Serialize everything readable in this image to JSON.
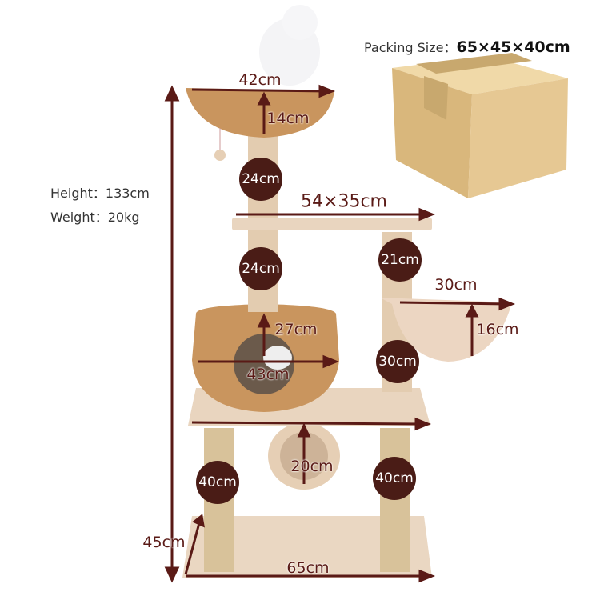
{
  "packing": {
    "label": "Packing Size：",
    "value": "65×45×40cm"
  },
  "specs": {
    "height": "Height：133cm",
    "weight": "Weight：20kg"
  },
  "dimensions": {
    "top_bowl_width": "42cm",
    "top_bowl_depth": "14cm",
    "post_1": "24cm",
    "platform": "54×35cm",
    "post_2": "24cm",
    "post_right_upper": "21cm",
    "hammock_width": "30cm",
    "hammock_depth": "16cm",
    "condo_height": "27cm",
    "condo_width": "43cm",
    "post_right_middle": "30cm",
    "tunnel": "20cm",
    "post_left_lower": "40cm",
    "post_right_lower": "40cm",
    "base_depth": "45cm",
    "base_width": "65cm"
  },
  "colors": {
    "arrow": "#5a1a16",
    "circle": "#4a1c16",
    "wicker": "#c9955e",
    "plush": "#e8d3bd",
    "box": "#e2c48c"
  }
}
